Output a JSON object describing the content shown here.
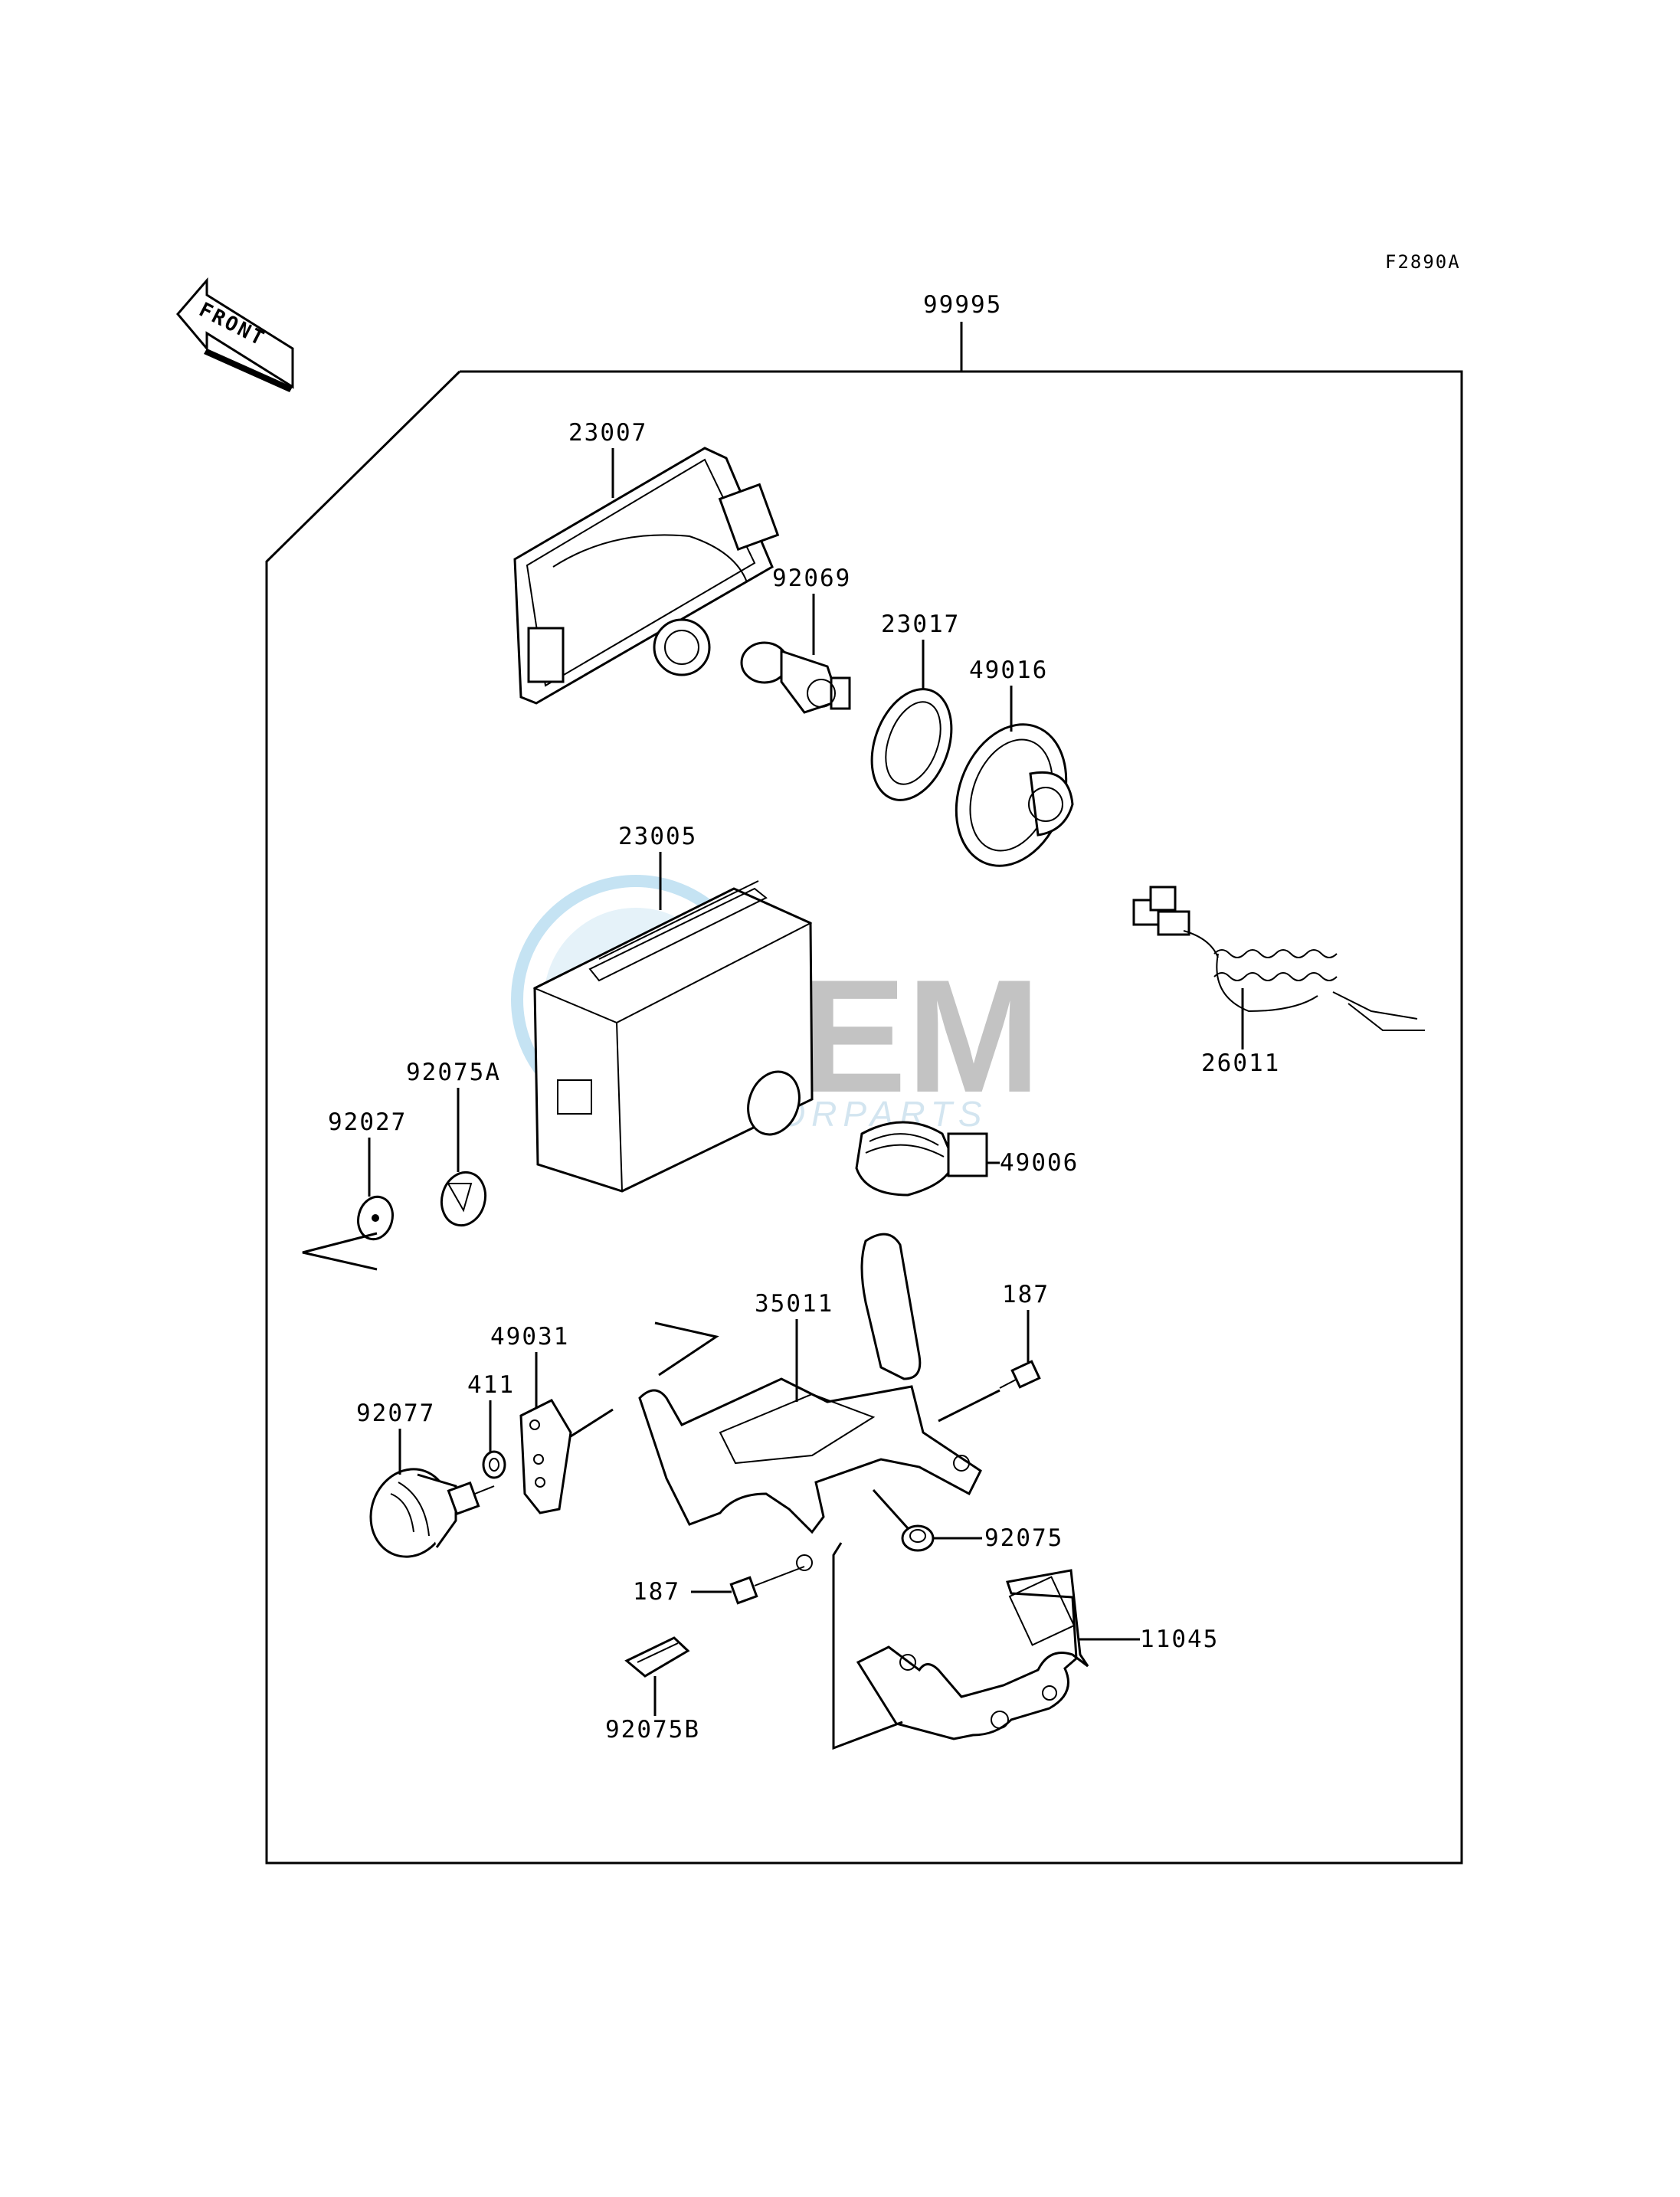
{
  "diagram_code": "F2890A",
  "front_label": "FRONT",
  "assembly_number": "99995",
  "watermark": {
    "brand": "OEM",
    "sub": "MOTORPARTS",
    "colors": {
      "circle": "#8fc7e6",
      "letters": "#bdbdbd"
    }
  },
  "parts": [
    {
      "number": "23007",
      "name": "headlight-lens-housing"
    },
    {
      "number": "92069",
      "name": "bulb"
    },
    {
      "number": "23017",
      "name": "bulb-socket-ring"
    },
    {
      "number": "49016",
      "name": "rubber-boot"
    },
    {
      "number": "23005",
      "name": "headlight-case"
    },
    {
      "number": "26011",
      "name": "wire-harness"
    },
    {
      "number": "92075A",
      "name": "grommet"
    },
    {
      "number": "92027",
      "name": "washer"
    },
    {
      "number": "49006",
      "name": "cover"
    },
    {
      "number": "35011",
      "name": "bracket"
    },
    {
      "number": "187",
      "name": "bolt-right"
    },
    {
      "number": "49031",
      "name": "plate"
    },
    {
      "number": "411",
      "name": "washer-small"
    },
    {
      "number": "92077",
      "name": "knob"
    },
    {
      "number": "92075",
      "name": "damper"
    },
    {
      "number": "187",
      "name": "bolt-left"
    },
    {
      "number": "11045",
      "name": "mount-bracket"
    },
    {
      "number": "92075B",
      "name": "clip"
    }
  ]
}
